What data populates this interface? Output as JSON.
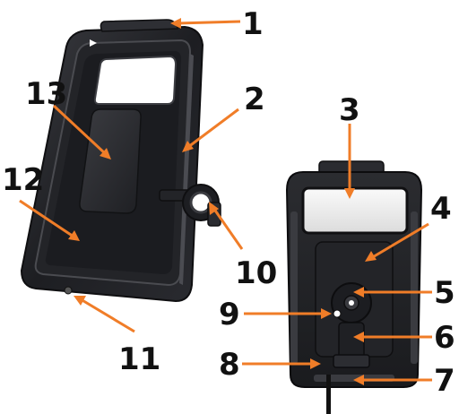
{
  "colors": {
    "arrow": "#f07d28",
    "case_dark": "#1b1c1f",
    "case_mid": "#2c2d31",
    "case_light": "#55575d",
    "window": "#eeeeee",
    "text": "#111111"
  },
  "callouts": [
    {
      "id": "1",
      "label": "1"
    },
    {
      "id": "2",
      "label": "2"
    },
    {
      "id": "3",
      "label": "3"
    },
    {
      "id": "4",
      "label": "4"
    },
    {
      "id": "5",
      "label": "5"
    },
    {
      "id": "6",
      "label": "6"
    },
    {
      "id": "7",
      "label": "7"
    },
    {
      "id": "8",
      "label": "8"
    },
    {
      "id": "9",
      "label": "9"
    },
    {
      "id": "10",
      "label": "10"
    },
    {
      "id": "11",
      "label": "11"
    },
    {
      "id": "12",
      "label": "12"
    },
    {
      "id": "13",
      "label": "13"
    }
  ]
}
